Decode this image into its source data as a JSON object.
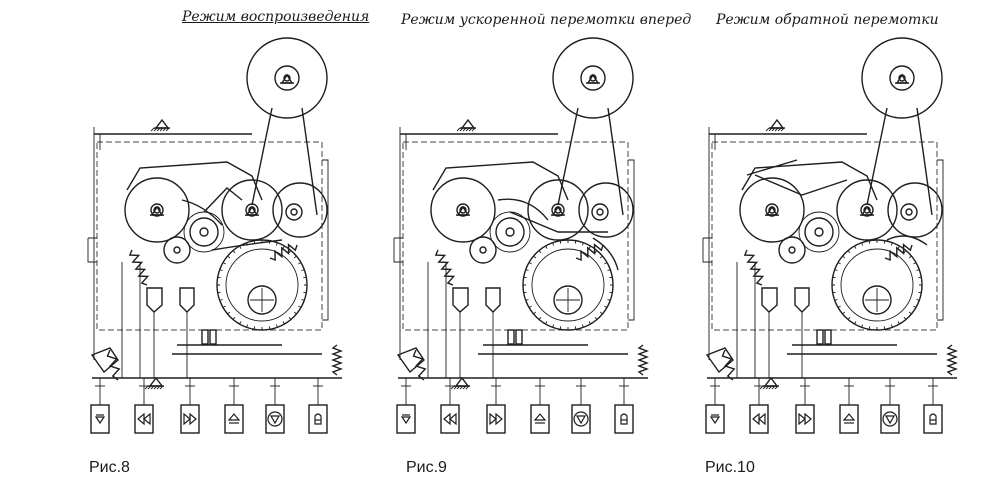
{
  "panels": [
    {
      "id": "fig8",
      "title": "Режим воспроизведения",
      "caption": "Рис.8",
      "mode": "play",
      "buttons": [
        "stop-icon",
        "rewind-icon",
        "fast-forward-icon",
        "eject-icon",
        "play-icon",
        "record-icon"
      ]
    },
    {
      "id": "fig9",
      "title": "Режим ускоренной перемотки вперед",
      "caption": "Рис.9",
      "mode": "fast-forward",
      "buttons": [
        "stop-icon",
        "rewind-icon",
        "fast-forward-icon",
        "eject-icon",
        "play-icon",
        "record-icon"
      ]
    },
    {
      "id": "fig10",
      "title": "Режим обратной перемотки",
      "caption": "Рис.10",
      "mode": "rewind",
      "buttons": [
        "stop-icon",
        "rewind-icon",
        "fast-forward-icon",
        "eject-icon",
        "play-icon",
        "record-icon"
      ]
    }
  ]
}
